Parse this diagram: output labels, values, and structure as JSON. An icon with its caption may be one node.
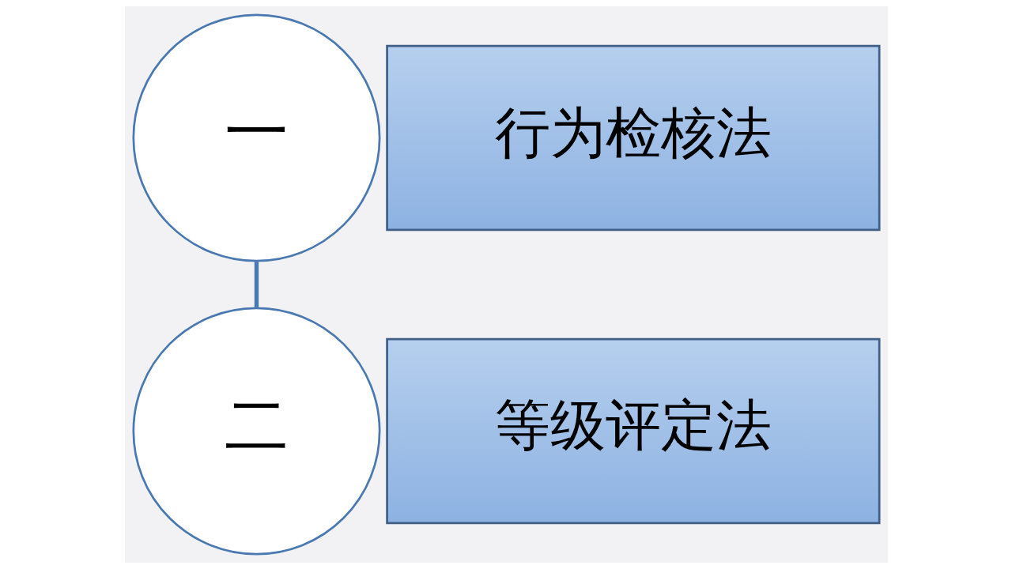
{
  "diagram": {
    "nodes": [
      {
        "text": [
          "一"
        ]
      },
      {
        "text": [
          "行为检核法"
        ]
      },
      {
        "text": [
          "二"
        ]
      },
      {
        "text": [
          "等级评定法"
        ]
      }
    ],
    "edges": [
      {
        "from": 0,
        "to": 2,
        "arrow": "none"
      }
    ]
  }
}
